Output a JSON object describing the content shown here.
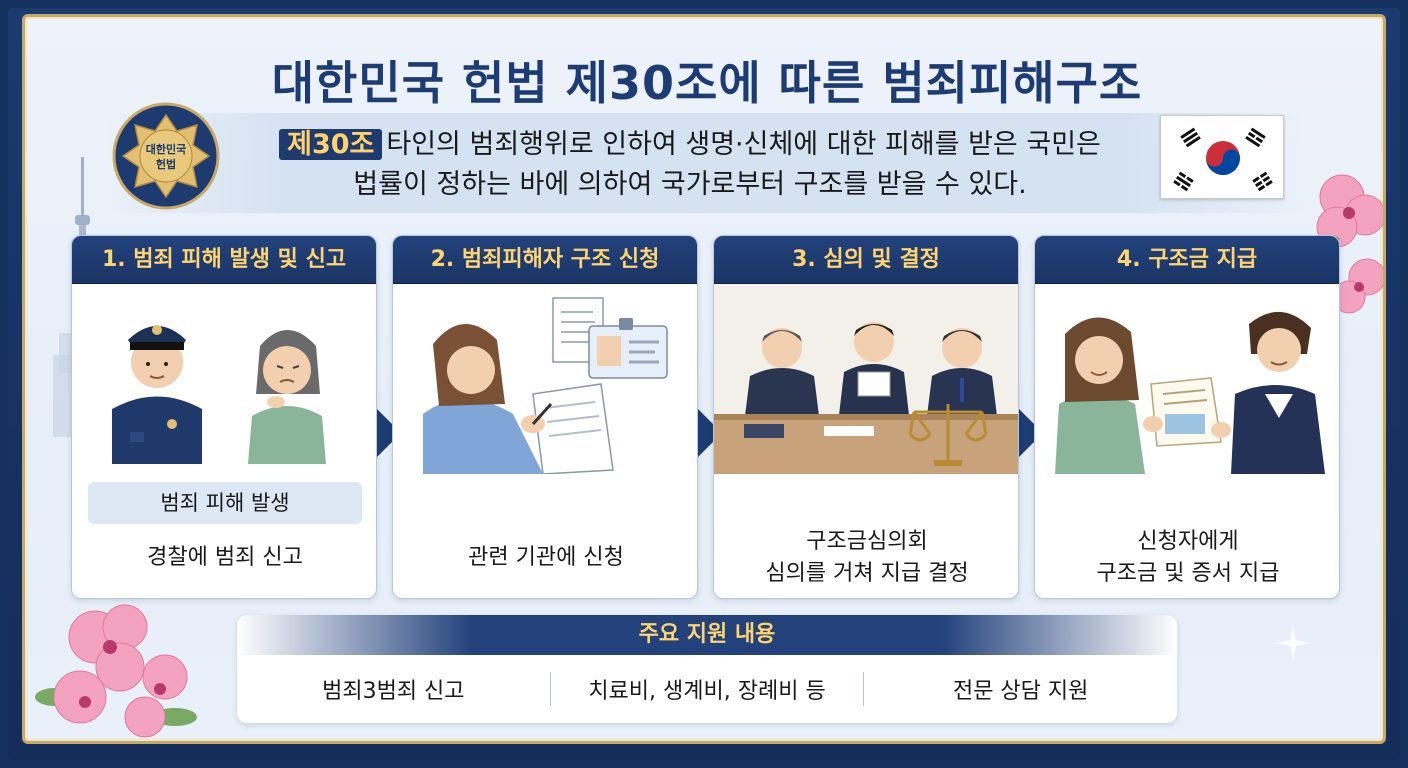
{
  "title": "대한민국 헌법 제30조에 따른 범죄피해구조",
  "seal": {
    "line1": "대한민국",
    "line2": "헌법"
  },
  "article": {
    "tag": "제30조",
    "line1": "타인의 범죄행위로 인하여 생명·신체에 대한 피해를 받은 국민은",
    "line2": "법률이 정하는 바에 의하여 국가로부터 구조를 받을 수 있다."
  },
  "steps": [
    {
      "title": "1. 범죄 피해 발생 및 신고",
      "pill": "범죄 피해 발생",
      "text1": "경찰에 범죄 신고",
      "text2": ""
    },
    {
      "title": "2. 범죄피해자 구조 신청",
      "text1": "관련 기관에 신청",
      "text2": ""
    },
    {
      "title": "3. 심의 및 결정",
      "text1": "구조금심의회",
      "text2": "심의를 거쳐 지급 결정"
    },
    {
      "title": "4. 구조금 지급",
      "text1": "신청자에게",
      "text2": "구조금 및 증서 지급"
    }
  ],
  "support": {
    "title": "주요 지원 내용",
    "items": [
      "범죄3범죄 신고",
      "치료비, 생계비, 장례비 등",
      "전문 상담 지원"
    ]
  },
  "colors": {
    "navy": "#1e3c74",
    "gold": "#ffd46e",
    "frame": "#c9a968"
  }
}
